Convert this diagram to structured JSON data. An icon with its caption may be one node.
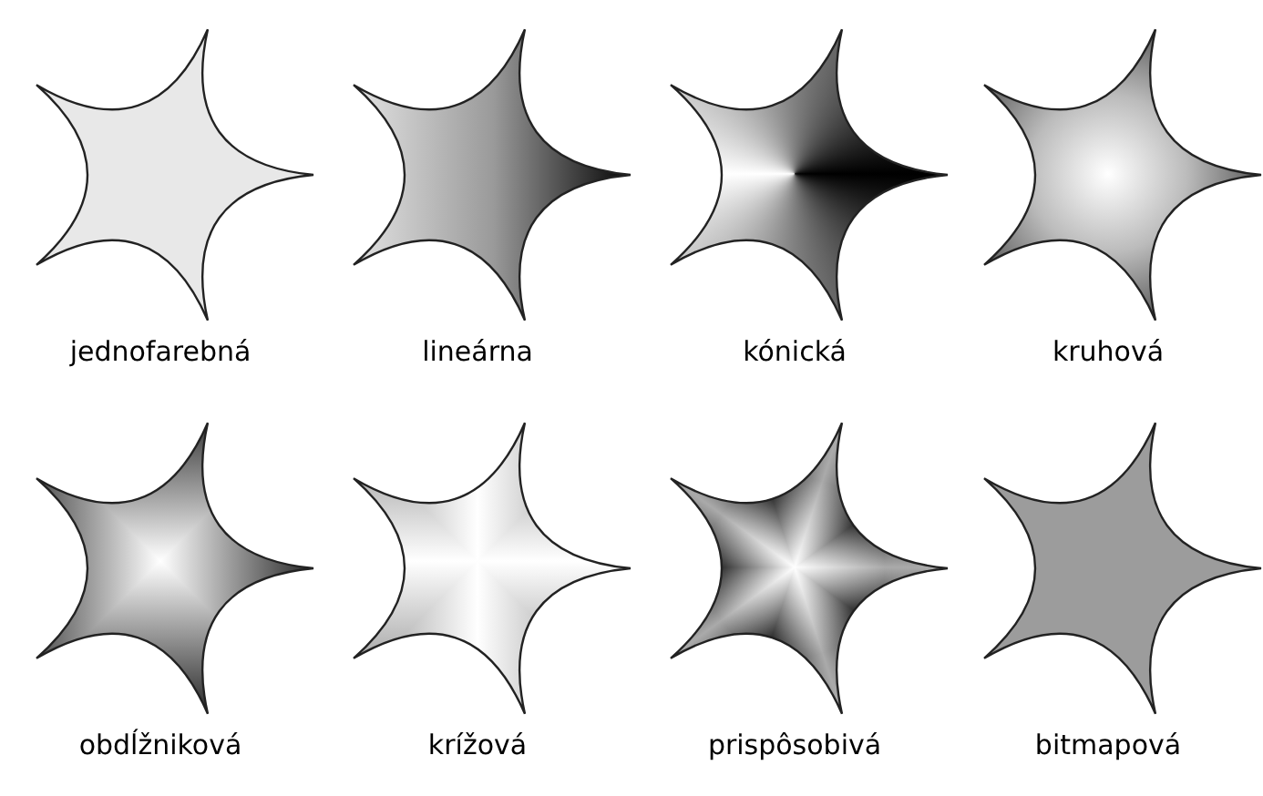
{
  "diagram": {
    "labels": [
      "jednofarebná",
      "lineárna",
      "kónická",
      "kruhová",
      "obdĺžniková",
      "krížová",
      "prispôsobivá",
      "bitmapová"
    ]
  }
}
